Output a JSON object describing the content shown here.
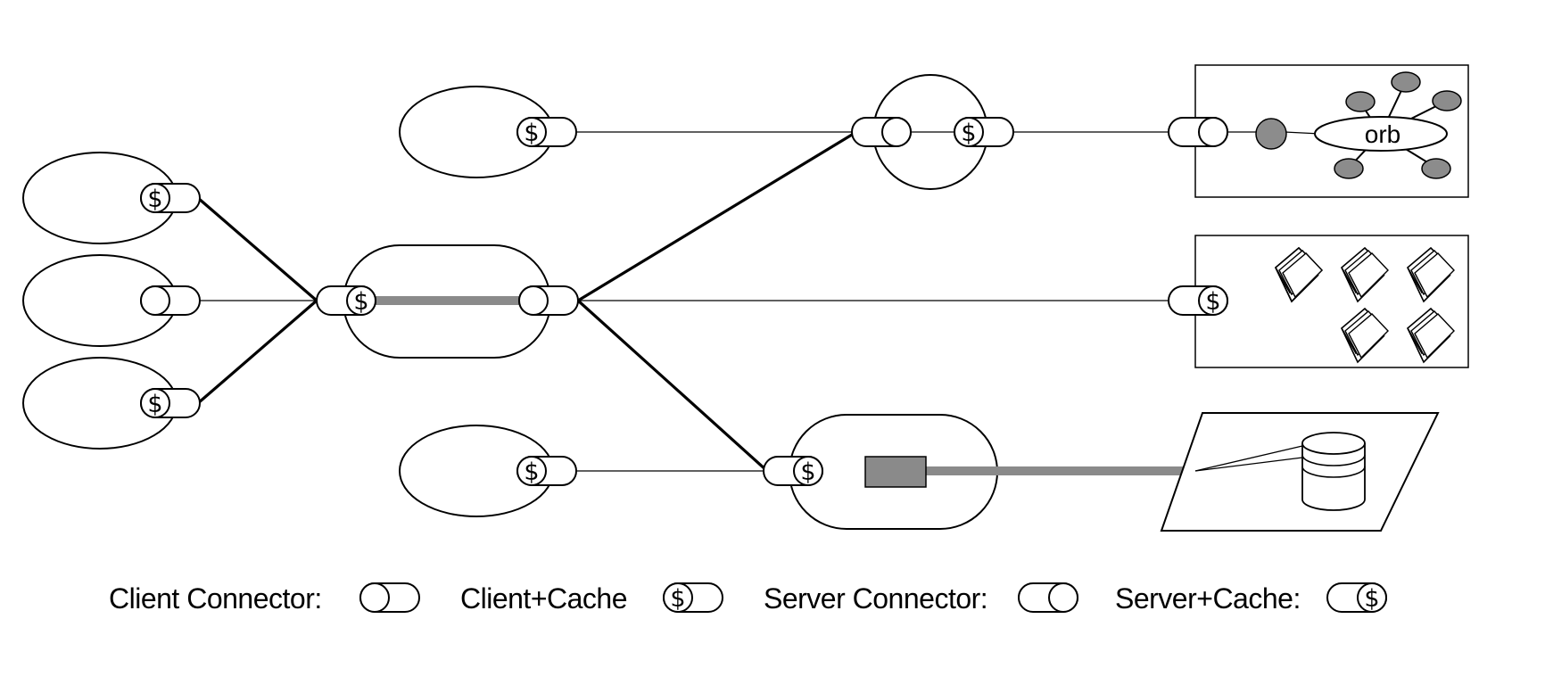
{
  "diagram": {
    "symbol": "$",
    "orb_label": "orb",
    "legend": {
      "client_connector": "Client Connector:",
      "client_cache": "Client+Cache",
      "server_connector": "Server Connector:",
      "server_cache": "Server+Cache:"
    }
  },
  "colors": {
    "line": "#000000",
    "grey_link": "#8a8a8a",
    "grey_fill": "#8c8c8c"
  }
}
